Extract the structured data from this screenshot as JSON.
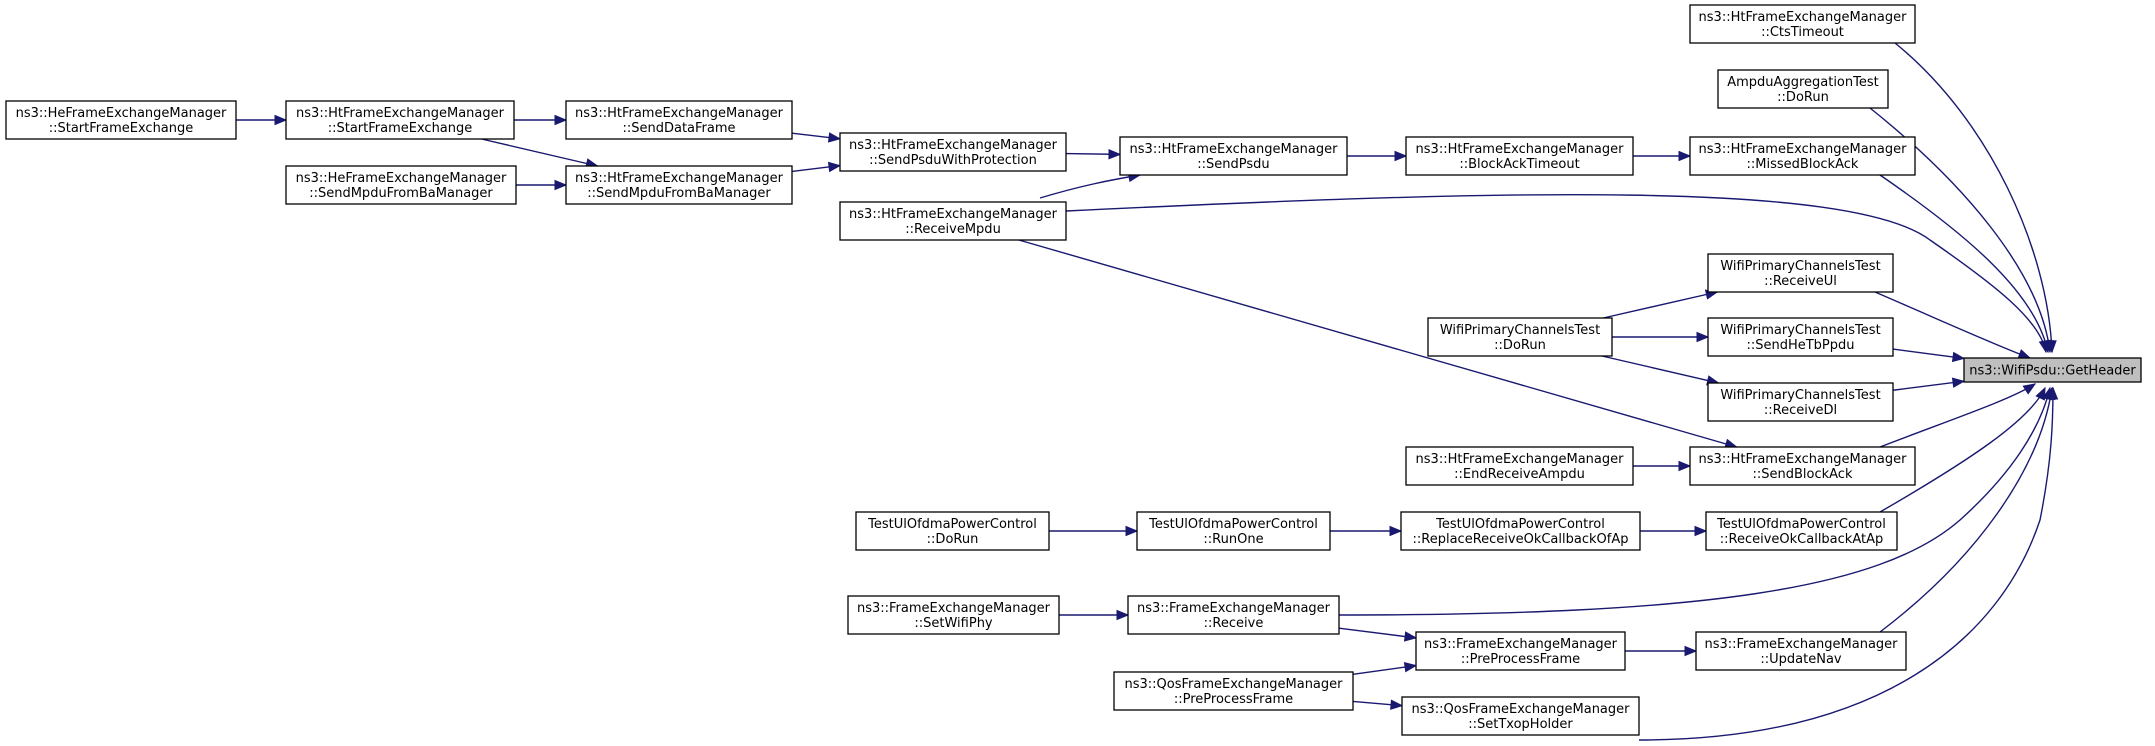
{
  "graph": {
    "nodes": [
      {
        "id": "getheader",
        "lines": [
          "ns3::WifiPsdu::GetHeader"
        ]
      },
      {
        "id": "ctstimeout",
        "lines": [
          "ns3::HtFrameExchangeManager",
          "::CtsTimeout"
        ]
      },
      {
        "id": "ampdutest",
        "lines": [
          "AmpduAggregationTest",
          "::DoRun"
        ]
      },
      {
        "id": "missedba",
        "lines": [
          "ns3::HtFrameExchangeManager",
          "::MissedBlockAck"
        ]
      },
      {
        "id": "batimeout",
        "lines": [
          "ns3::HtFrameExchangeManager",
          "::BlockAckTimeout"
        ]
      },
      {
        "id": "sendpsdu",
        "lines": [
          "ns3::HtFrameExchangeManager",
          "::SendPsdu"
        ]
      },
      {
        "id": "sendpsduprot",
        "lines": [
          "ns3::HtFrameExchangeManager",
          "::SendPsduWithProtection"
        ]
      },
      {
        "id": "senddata",
        "lines": [
          "ns3::HtFrameExchangeManager",
          "::SendDataFrame"
        ]
      },
      {
        "id": "htstart",
        "lines": [
          "ns3::HtFrameExchangeManager",
          "::StartFrameExchange"
        ]
      },
      {
        "id": "hestart",
        "lines": [
          "ns3::HeFrameExchangeManager",
          "::StartFrameExchange"
        ]
      },
      {
        "id": "htsendmpdu",
        "lines": [
          "ns3::HtFrameExchangeManager",
          "::SendMpduFromBaManager"
        ]
      },
      {
        "id": "hesendmpdu",
        "lines": [
          "ns3::HeFrameExchangeManager",
          "::SendMpduFromBaManager"
        ]
      },
      {
        "id": "receivempdu",
        "lines": [
          "ns3::HtFrameExchangeManager",
          "::ReceiveMpdu"
        ]
      },
      {
        "id": "pcreceiveul",
        "lines": [
          "WifiPrimaryChannelsTest",
          "::ReceiveUl"
        ]
      },
      {
        "id": "pcsendhetb",
        "lines": [
          "WifiPrimaryChannelsTest",
          "::SendHeTbPpdu"
        ]
      },
      {
        "id": "pcreceivedl",
        "lines": [
          "WifiPrimaryChannelsTest",
          "::ReceiveDl"
        ]
      },
      {
        "id": "pcdorun",
        "lines": [
          "WifiPrimaryChannelsTest",
          "::DoRun"
        ]
      },
      {
        "id": "sendblockack",
        "lines": [
          "ns3::HtFrameExchangeManager",
          "::SendBlockAck"
        ]
      },
      {
        "id": "endrecvampdu",
        "lines": [
          "ns3::HtFrameExchangeManager",
          "::EndReceiveAmpdu"
        ]
      },
      {
        "id": "ulreceiveok",
        "lines": [
          "TestUlOfdmaPowerControl",
          "::ReceiveOkCallbackAtAp"
        ]
      },
      {
        "id": "ulreplace",
        "lines": [
          "TestUlOfdmaPowerControl",
          "::ReplaceReceiveOkCallbackOfAp"
        ]
      },
      {
        "id": "ulrunone",
        "lines": [
          "TestUlOfdmaPowerControl",
          "::RunOne"
        ]
      },
      {
        "id": "uldorun",
        "lines": [
          "TestUlOfdmaPowerControl",
          "::DoRun"
        ]
      },
      {
        "id": "femreceive",
        "lines": [
          "ns3::FrameExchangeManager",
          "::Receive"
        ]
      },
      {
        "id": "femsetwifiphy",
        "lines": [
          "ns3::FrameExchangeManager",
          "::SetWifiPhy"
        ]
      },
      {
        "id": "fempreprocess",
        "lines": [
          "ns3::FrameExchangeManager",
          "::PreProcessFrame"
        ]
      },
      {
        "id": "femupdatenav",
        "lines": [
          "ns3::FrameExchangeManager",
          "::UpdateNav"
        ]
      },
      {
        "id": "qospreprocess",
        "lines": [
          "ns3::QosFrameExchangeManager",
          "::PreProcessFrame"
        ]
      },
      {
        "id": "qossettxop",
        "lines": [
          "ns3::QosFrameExchangeManager",
          "::SetTxopHolder"
        ]
      }
    ],
    "edges": [
      {
        "from": "ctstimeout",
        "to": "getheader"
      },
      {
        "from": "ampdutest",
        "to": "getheader"
      },
      {
        "from": "missedba",
        "to": "getheader"
      },
      {
        "from": "receivempdu",
        "to": "getheader"
      },
      {
        "from": "pcreceiveul",
        "to": "getheader"
      },
      {
        "from": "pcsendhetb",
        "to": "getheader"
      },
      {
        "from": "pcreceivedl",
        "to": "getheader"
      },
      {
        "from": "sendblockack",
        "to": "getheader"
      },
      {
        "from": "ulreceiveok",
        "to": "getheader"
      },
      {
        "from": "femreceive",
        "to": "getheader"
      },
      {
        "from": "femupdatenav",
        "to": "getheader"
      },
      {
        "from": "qossettxop",
        "to": "getheader"
      },
      {
        "from": "batimeout",
        "to": "missedba"
      },
      {
        "from": "sendpsdu",
        "to": "batimeout"
      },
      {
        "from": "sendpsduprot",
        "to": "sendpsdu"
      },
      {
        "from": "receivempdu",
        "to": "sendpsdu"
      },
      {
        "from": "senddata",
        "to": "sendpsduprot"
      },
      {
        "from": "htsendmpdu",
        "to": "sendpsduprot"
      },
      {
        "from": "htstart",
        "to": "senddata"
      },
      {
        "from": "htstart",
        "to": "htsendmpdu"
      },
      {
        "from": "hestart",
        "to": "htstart"
      },
      {
        "from": "hesendmpdu",
        "to": "htsendmpdu"
      },
      {
        "from": "pcdorun",
        "to": "pcreceiveul"
      },
      {
        "from": "pcdorun",
        "to": "pcsendhetb"
      },
      {
        "from": "pcdorun",
        "to": "pcreceivedl"
      },
      {
        "from": "receivempdu",
        "to": "sendblockack"
      },
      {
        "from": "endrecvampdu",
        "to": "sendblockack"
      },
      {
        "from": "ulreplace",
        "to": "ulreceiveok"
      },
      {
        "from": "ulrunone",
        "to": "ulreplace"
      },
      {
        "from": "uldorun",
        "to": "ulrunone"
      },
      {
        "from": "femsetwifiphy",
        "to": "femreceive"
      },
      {
        "from": "femreceive",
        "to": "fempreprocess"
      },
      {
        "from": "qospreprocess",
        "to": "fempreprocess"
      },
      {
        "from": "fempreprocess",
        "to": "femupdatenav"
      },
      {
        "from": "qospreprocess",
        "to": "qossettxop"
      }
    ]
  }
}
